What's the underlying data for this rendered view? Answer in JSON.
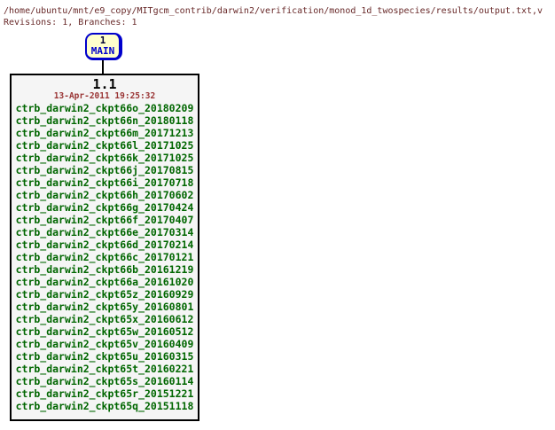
{
  "header": {
    "path": "/home/ubuntu/mnt/e9_copy/MITgcm_contrib/darwin2/verification/monod_1d_twospecies/results/output.txt,v",
    "summary": "Revisions: 1, Branches: 1"
  },
  "branch": {
    "number": "1",
    "name": "MAIN"
  },
  "revision": {
    "number": "1.1",
    "date": "13-Apr-2011 19:25:32",
    "tags": [
      "ctrb_darwin2_ckpt66o_20180209",
      "ctrb_darwin2_ckpt66n_20180118",
      "ctrb_darwin2_ckpt66m_20171213",
      "ctrb_darwin2_ckpt66l_20171025",
      "ctrb_darwin2_ckpt66k_20171025",
      "ctrb_darwin2_ckpt66j_20170815",
      "ctrb_darwin2_ckpt66i_20170718",
      "ctrb_darwin2_ckpt66h_20170602",
      "ctrb_darwin2_ckpt66g_20170424",
      "ctrb_darwin2_ckpt66f_20170407",
      "ctrb_darwin2_ckpt66e_20170314",
      "ctrb_darwin2_ckpt66d_20170214",
      "ctrb_darwin2_ckpt66c_20170121",
      "ctrb_darwin2_ckpt66b_20161219",
      "ctrb_darwin2_ckpt66a_20161020",
      "ctrb_darwin2_ckpt65z_20160929",
      "ctrb_darwin2_ckpt65y_20160801",
      "ctrb_darwin2_ckpt65x_20160612",
      "ctrb_darwin2_ckpt65w_20160512",
      "ctrb_darwin2_ckpt65v_20160409",
      "ctrb_darwin2_ckpt65u_20160315",
      "ctrb_darwin2_ckpt65t_20160221",
      "ctrb_darwin2_ckpt65s_20160114",
      "ctrb_darwin2_ckpt65r_20151221",
      "ctrb_darwin2_ckpt65q_20151118"
    ],
    "more_indicator": "..."
  },
  "colors": {
    "header_text": "#682929",
    "tag_green": "#006600",
    "date_red": "#993333",
    "branch_border": "#0000cc",
    "branch_bg": "#ffffcc",
    "rev_box_bg": "#f5f5f5",
    "rev_box_border": "#000000"
  }
}
